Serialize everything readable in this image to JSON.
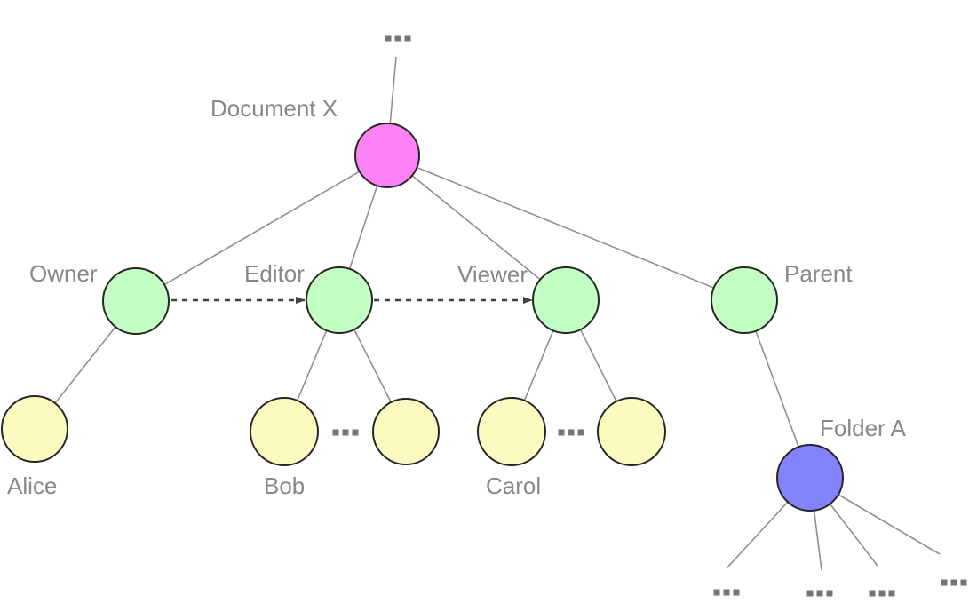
{
  "diagram": {
    "labels": {
      "document": "Document X",
      "owner": "Owner",
      "editor": "Editor",
      "viewer": "Viewer",
      "parent": "Parent",
      "alice": "Alice",
      "bob": "Bob",
      "carol": "Carol",
      "folder": "Folder A",
      "ellipsis": "..."
    },
    "colors": {
      "document_node": "#fd82f5",
      "relation_node": "#c2ffc2",
      "user_node": "#fbfbbf",
      "folder_node": "#8282fb",
      "node_stroke": "#262626",
      "edge": "#8f8f8f",
      "dashed_arrow": "#404040",
      "label_text": "#888888",
      "ellipsis": "#757575",
      "background": "#ffffff"
    }
  }
}
